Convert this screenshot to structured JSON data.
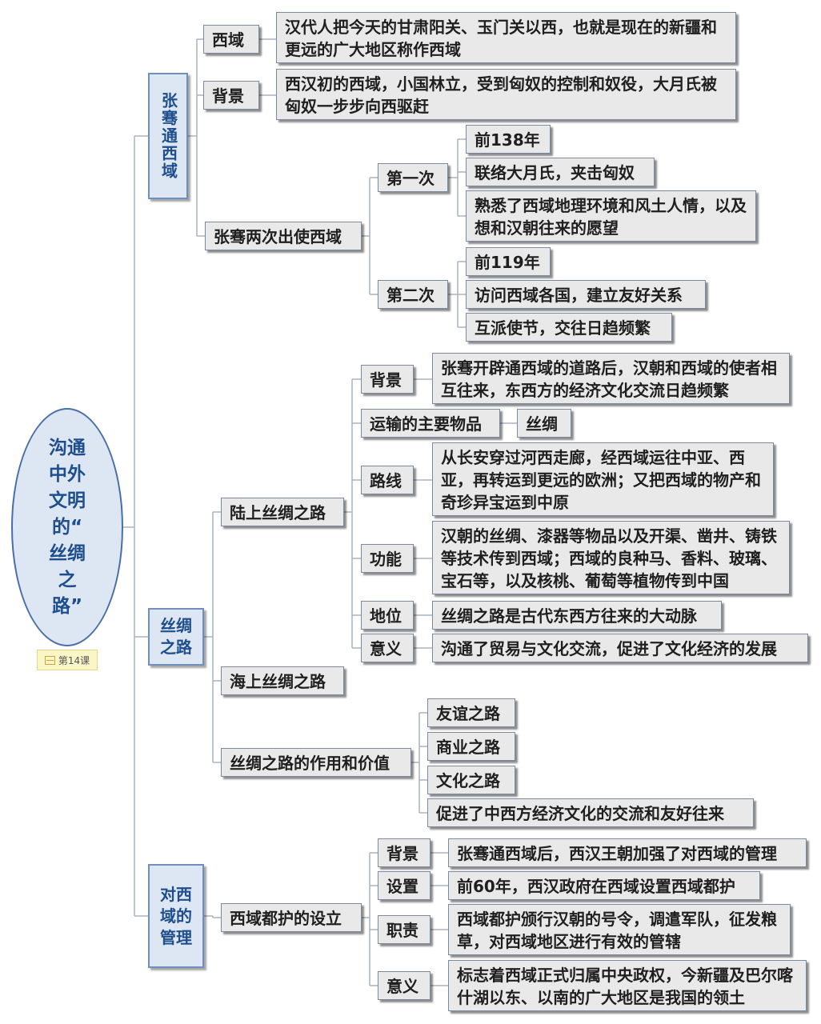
{
  "root": {
    "lines": [
      "沟通",
      "中外",
      "文明",
      "的“",
      "丝绸",
      "之",
      "路”"
    ]
  },
  "tag": {
    "label": "第14课",
    "icon": "note-icon"
  },
  "b1": {
    "title": "张骞通西域",
    "xiyu": {
      "label": "西域",
      "text": "汉代人把今天的甘肃阳关、玉门关以西，也就是现在的新疆和更远的广大地区称作西域"
    },
    "beijing": {
      "label": "背景",
      "text": "西汉初的西域，小国林立，受到匈奴的控制和奴役，大月氏被匈奴一步步向西驱赶"
    },
    "chushi": {
      "label": "张骞两次出使西域",
      "first": {
        "label": "第一次",
        "items": [
          "前138年",
          "联络大月氏，夹击匈奴",
          "熟悉了西域地理环境和风土人情，以及想和汉朝往来的愿望"
        ]
      },
      "second": {
        "label": "第二次",
        "items": [
          "前119年",
          "访问西域各国，建立友好关系",
          "互派使节，交往日趋频繁"
        ]
      }
    }
  },
  "b2": {
    "title": "丝绸之路",
    "land": {
      "label": "陆上丝绸之路",
      "beijing": {
        "label": "背景",
        "text": "张骞开辟通西域的道路后，汉朝和西域的使者相互往来，东西方的经济文化交流日趋频繁"
      },
      "wupin": {
        "label": "运输的主要物品",
        "text": "丝绸"
      },
      "luxian": {
        "label": "路线",
        "text": "从长安穿过河西走廊，经西域运往中亚、西亚，再转运到更远的欧洲；又把西域的物产和奇珍异宝运到中原"
      },
      "gongneng": {
        "label": "功能",
        "text": "汉朝的丝绸、漆器等物品以及开渠、凿井、铸铁等技术传到西域；西域的良种马、香料、玻璃、宝石等，以及核桃、葡萄等植物传到中国"
      },
      "diwei": {
        "label": "地位",
        "text": "丝绸之路是古代东西方往来的大动脉"
      },
      "yiyi": {
        "label": "意义",
        "text": "沟通了贸易与文化交流，促进了文化经济的发展"
      }
    },
    "sea": {
      "label": "海上丝绸之路"
    },
    "value": {
      "label": "丝绸之路的作用和价值",
      "items": [
        "友谊之路",
        "商业之路",
        "文化之路",
        "促进了中西方经济文化的交流和友好往来"
      ]
    }
  },
  "b3": {
    "title": "对西域的管理",
    "duhu": {
      "label": "西域都护的设立",
      "beijing": {
        "label": "背景",
        "text": "张骞通西域后，西汉王朝加强了对西域的管理"
      },
      "shezhi": {
        "label": "设置",
        "text": "前60年，西汉政府在西域设置西域都护"
      },
      "zhize": {
        "label": "职责",
        "text": "西域都护颁行汉朝的号令，调遣军队，征发粮草，对西域地区进行有效的管辖"
      },
      "yiyi": {
        "label": "意义",
        "text": "标志着西域正式归属中央政权，今新疆及巴尔喀什湖以东、以南的广大地区是我国的领土"
      }
    }
  }
}
